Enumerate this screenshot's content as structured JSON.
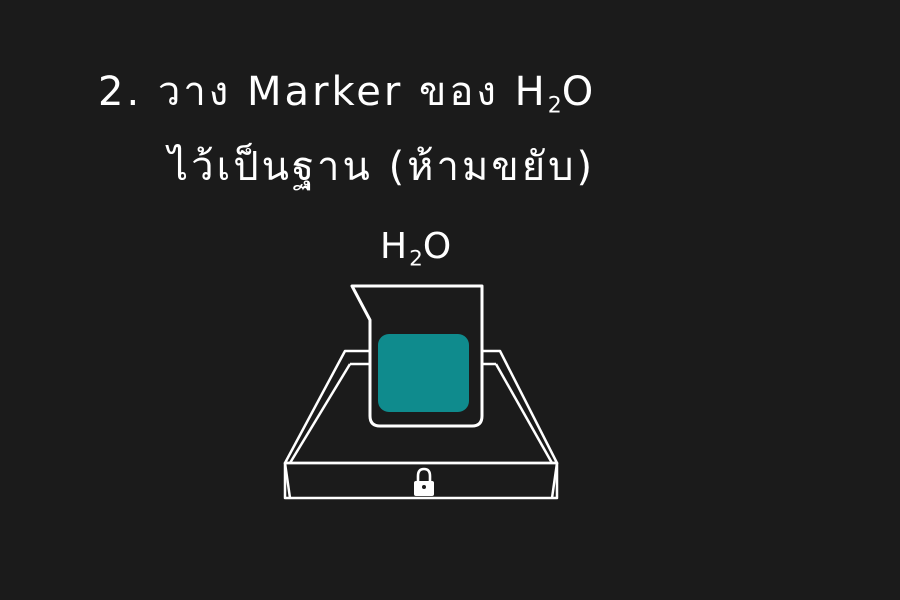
{
  "title": {
    "line1_prefix": "2. วาง Marker ของ H",
    "line1_sub": "2",
    "line1_suffix": "O",
    "line2": "ไว้เป็นฐาน (ห้ามขยับ)"
  },
  "marker": {
    "label_prefix": "H",
    "label_sub": "2",
    "label_suffix": "O",
    "liquid_color": "#0f8b8d",
    "line_color": "#ffffff"
  },
  "icons": {
    "beaker": "beaker-icon",
    "base_plate": "base-plate-icon",
    "lock": "lock-icon"
  }
}
